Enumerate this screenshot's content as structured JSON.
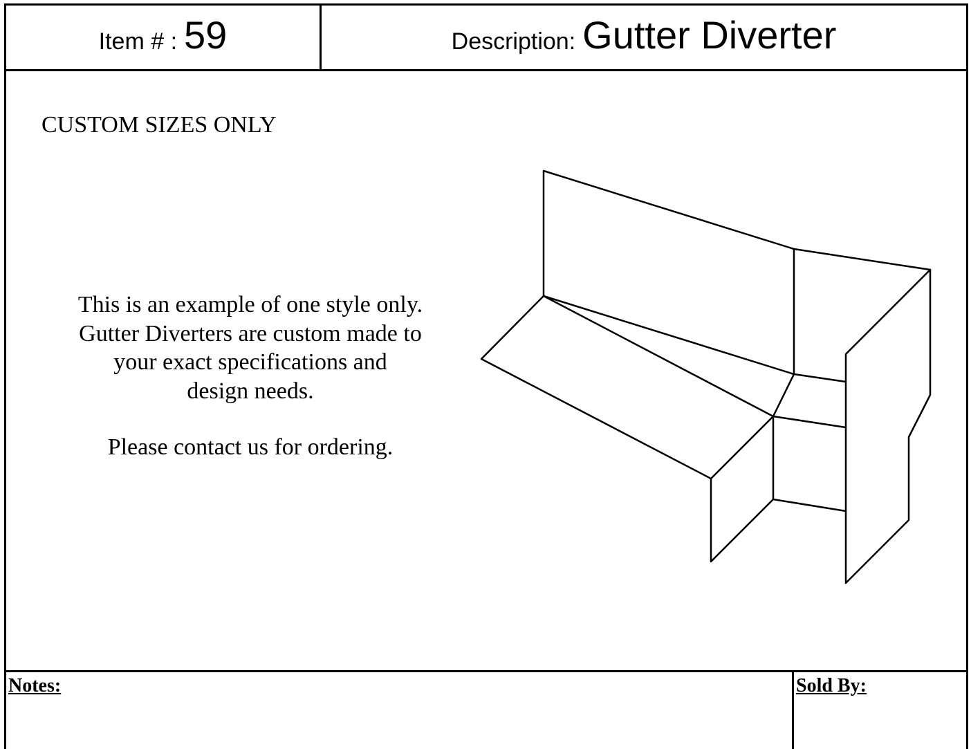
{
  "header": {
    "item_label": "Item # :",
    "item_number": "59",
    "description_label": "Description:",
    "description_value": "Gutter Diverter"
  },
  "content": {
    "custom_sizes": "CUSTOM SIZES ONLY",
    "lines": [
      "This is an example of one style only.",
      "Gutter Diverters are custom made to",
      "your exact specifications and",
      "design needs."
    ],
    "contact": "Please contact us for ordering."
  },
  "footer": {
    "notes_label": "Notes:",
    "sold_by_label": "Sold By:"
  }
}
